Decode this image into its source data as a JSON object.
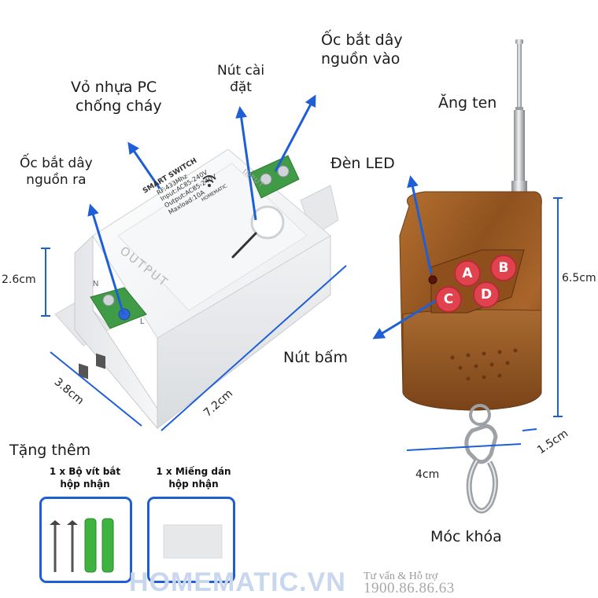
{
  "labels": {
    "case": [
      "Vỏ nhựa PC",
      "chống cháy"
    ],
    "setup_button": [
      "Nút cài",
      "đặt"
    ],
    "input_terminal": [
      "Ốc bắt dây",
      "nguồn vào"
    ],
    "output_terminal": [
      "Ốc bắt dây",
      "nguồn ra"
    ],
    "antenna": "Ăng ten",
    "led": "Đèn LED",
    "press_button": "Nút bấm",
    "keyring": "Móc khóa"
  },
  "dimensions": {
    "receiver_height": "2.6cm",
    "receiver_depth": "3.8cm",
    "receiver_length": "7.2cm",
    "remote_height": "6.5cm",
    "remote_width": "4cm",
    "remote_thickness": "1.5cm"
  },
  "receiver_print": {
    "name": "SMART SWITCH",
    "rf": "RF:433Mhz",
    "input": "Input:AC85-240V",
    "output": "Output:AC85-240V",
    "maxload": "Maxload:10A",
    "brand": "HOMEMATIC",
    "side_output": "OUTPUT",
    "side_input": "INPUT",
    "term_n": "N",
    "term_l": "L"
  },
  "remote_buttons": [
    "A",
    "B",
    "C",
    "D"
  ],
  "gift": {
    "title": "Tặng thêm",
    "item1": [
      "1 x Bộ vít bắt",
      "hộp nhận"
    ],
    "item2": [
      "1 x Miếng dán",
      "hộp nhận"
    ]
  },
  "footer": {
    "brand": "HOMEMATIC.VN",
    "support_label": "Tư vấn & Hỗ trợ",
    "phone": "1900.86.86.63"
  },
  "colors": {
    "arrow": "#1f5fd6",
    "terminal_green": "#3f9b45",
    "remote_wood": "#9a5a24",
    "button_red": "#e0424e"
  }
}
